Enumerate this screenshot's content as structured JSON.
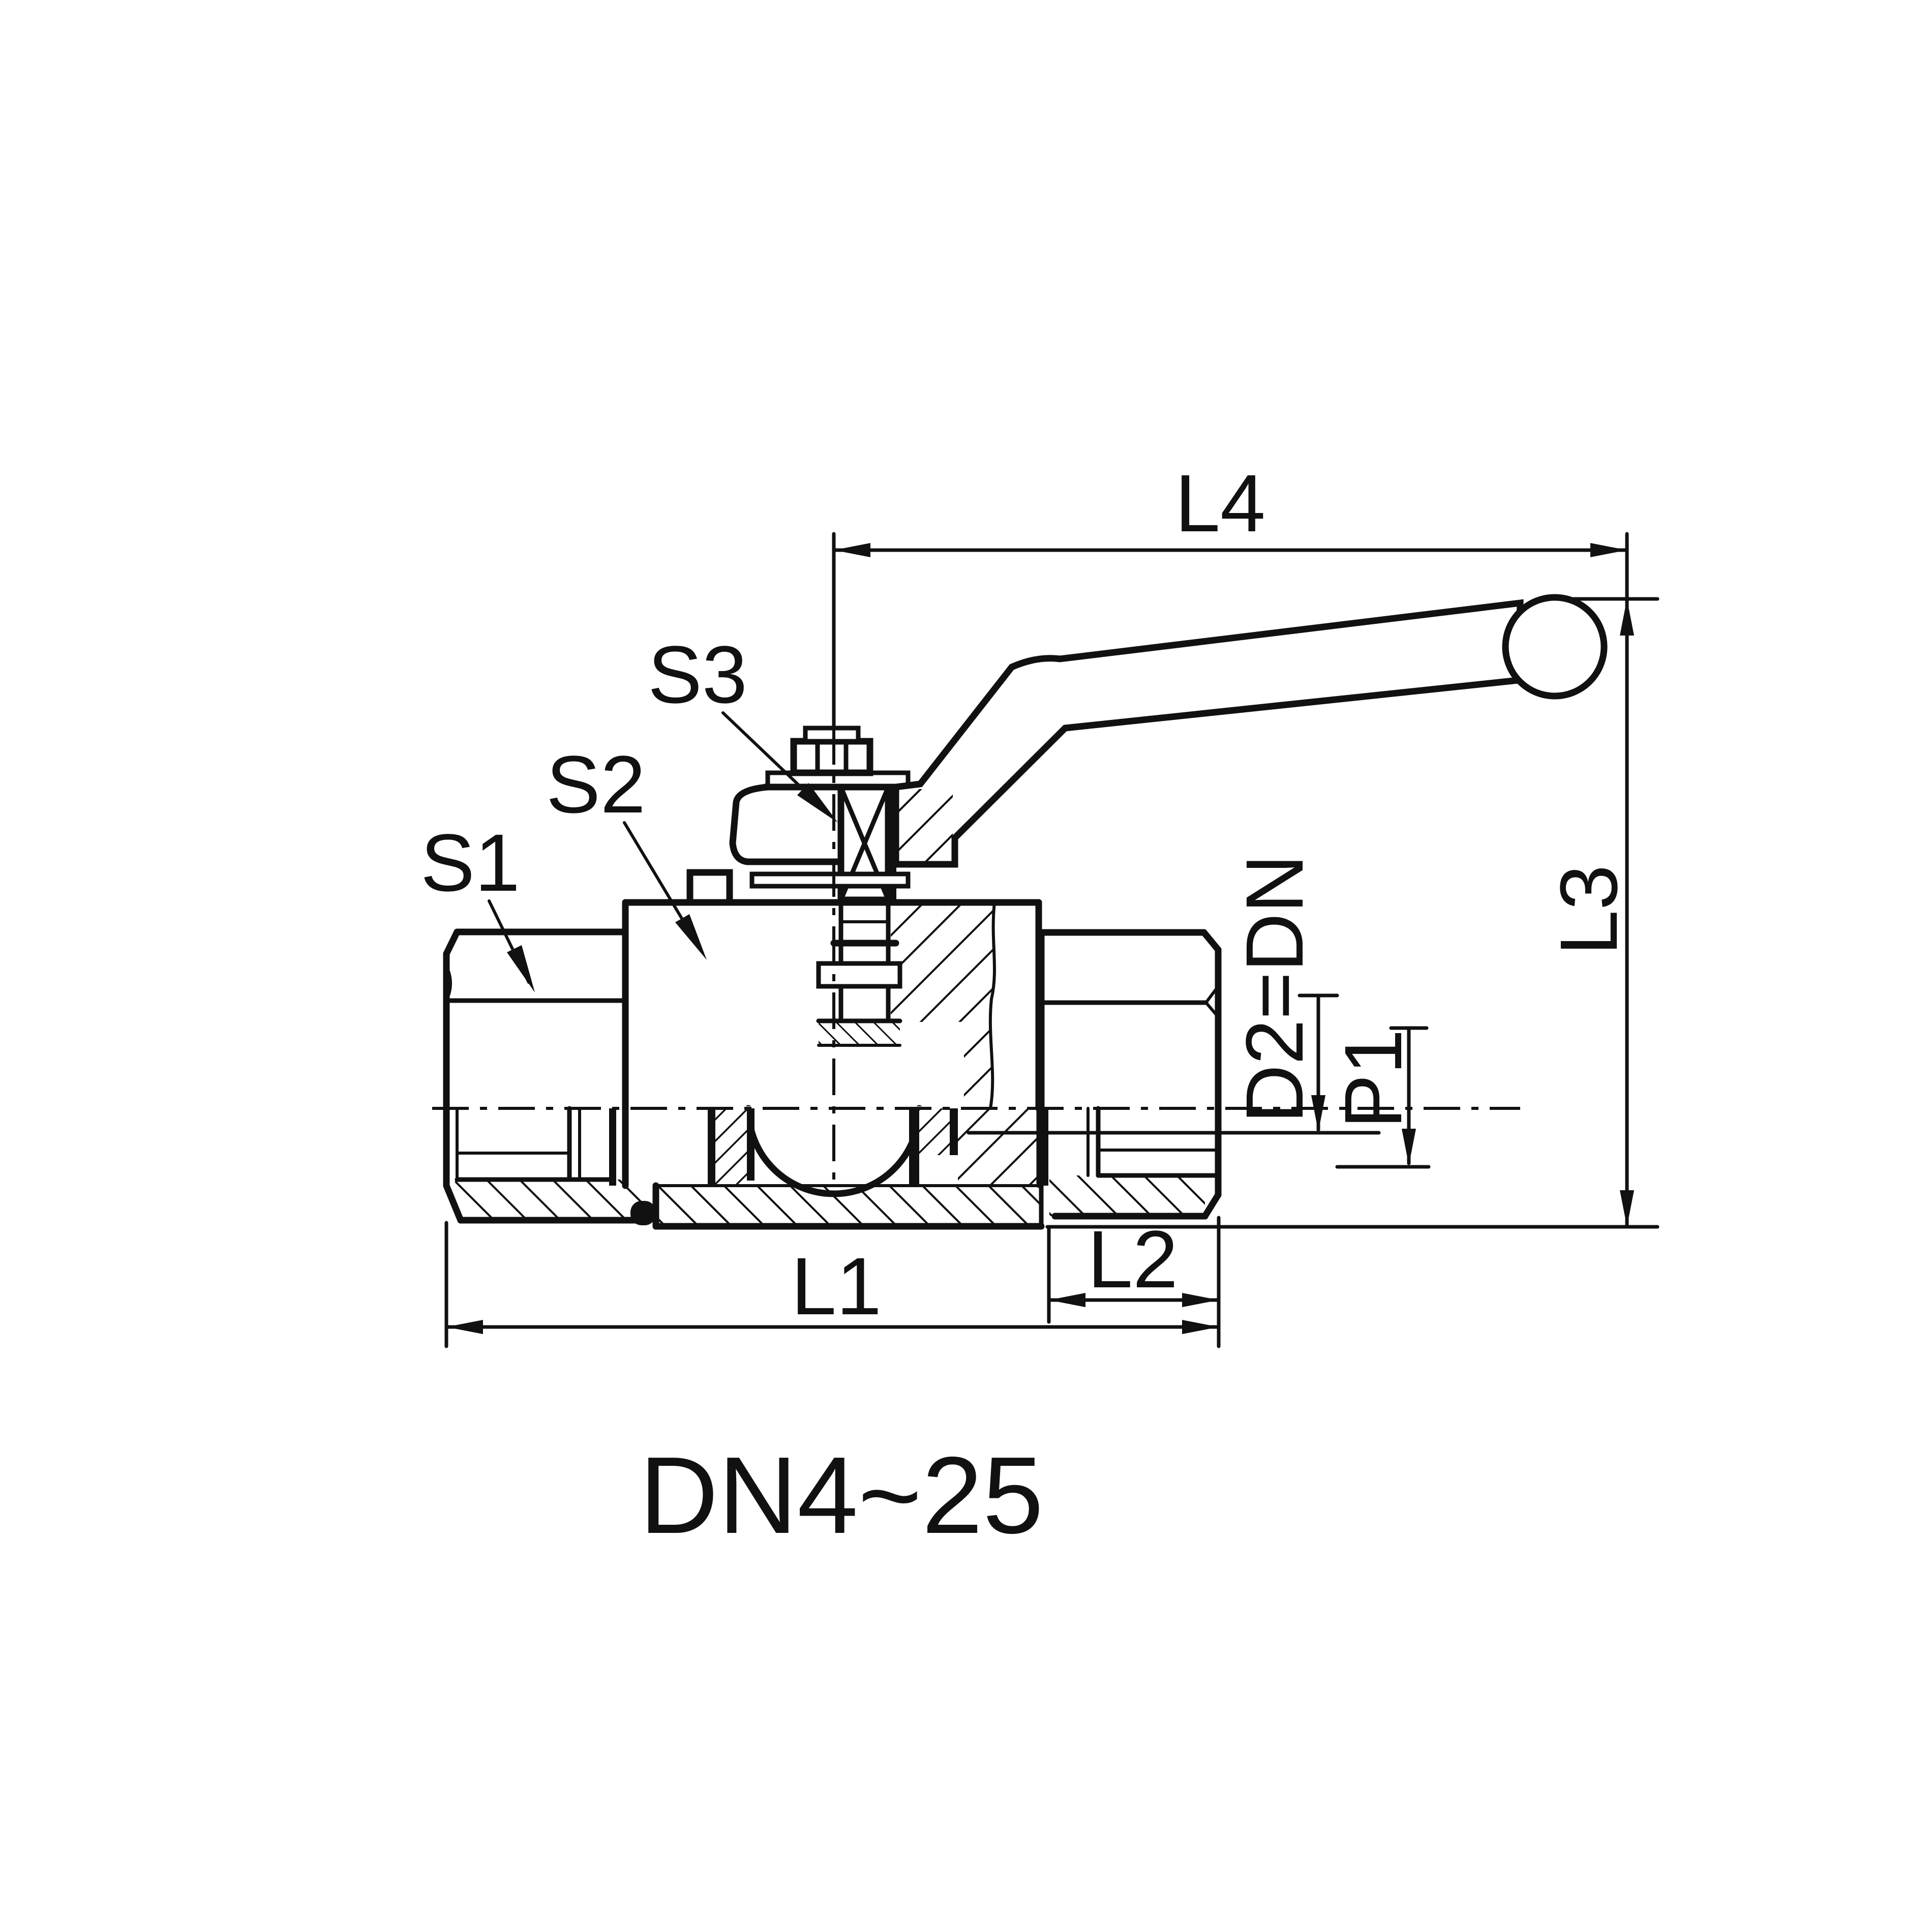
{
  "drawing": {
    "caption": "DN4~25",
    "dimensions": {
      "l1": "L1",
      "l2": "L2",
      "l3": "L3",
      "l4": "L4",
      "d2": "D2=DN",
      "p1": "P1"
    },
    "part_labels": {
      "s1": "S1",
      "s2": "S2",
      "s3": "S3"
    },
    "colors": {
      "line": "#111111",
      "background": "#ffffff"
    }
  }
}
